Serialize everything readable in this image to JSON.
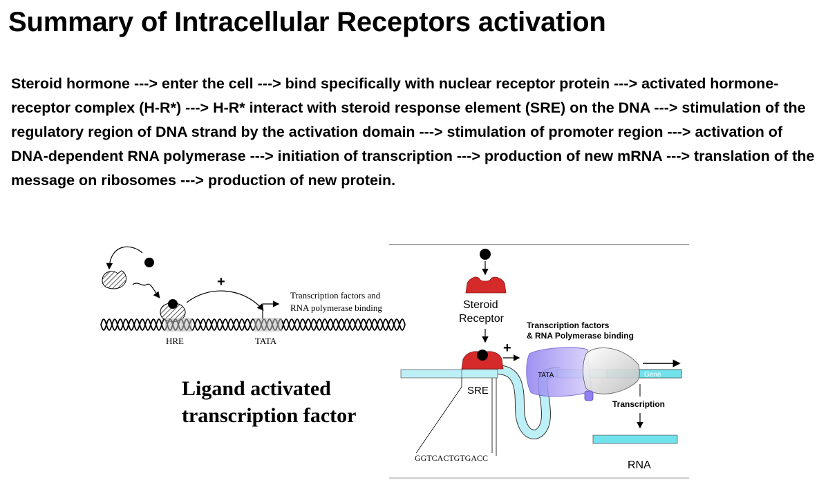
{
  "title": "Summary of Intracellular Receptors activation",
  "summary_text": "Steroid hormone ---> enter the cell ---> bind specifically with nuclear receptor protein ---> activated hormone-receptor complex (H-R*) ---> H-R* interact with steroid response element (SRE) on the DNA ---> stimulation of the regulatory region of DNA strand by the activation domain ---> stimulation of promoter region ---> activation of DNA-dependent RNA polymerase ---> initiation of transcription ---> production of new mRNA ---> translation of the message on ribosomes ---> production of new protein.",
  "left_diagram": {
    "plus": "+",
    "tf_label_line1": "Transcription factors and",
    "tf_label_line2": "RNA polymerase binding",
    "hre": "HRE",
    "tata": "TATA"
  },
  "caption_line1": "Ligand activated",
  "caption_line2": "transcription factor",
  "right_diagram": {
    "steroid": "Steroid",
    "receptor": "Receptor",
    "tf_line1": "Transcription factors",
    "tf_line2": "& RNA Polymerase binding",
    "plus": "+",
    "tata": "TATA",
    "gene": "Gene",
    "sre": "SRE",
    "transcription": "Transcription",
    "sequence": "GGTCACTGTGACC",
    "rna": "RNA"
  },
  "colors": {
    "receptor_red": "#d42a2a",
    "dna_cyan": "#bdf0f6",
    "polymerase_purple": "#b6a8f0",
    "gene_cyan": "#72e2ec"
  }
}
